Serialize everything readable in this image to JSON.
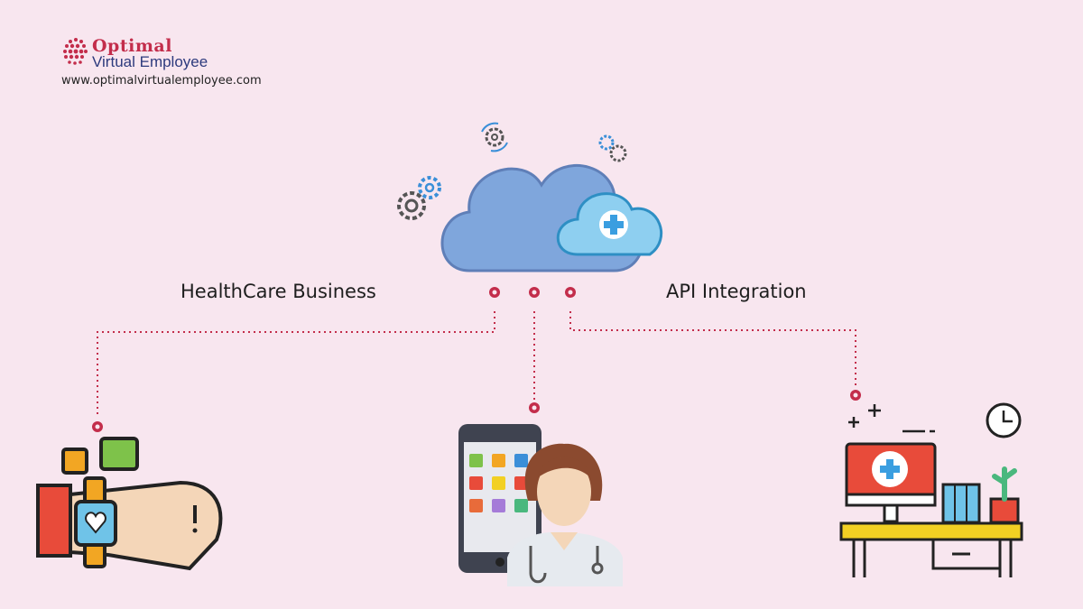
{
  "brand": {
    "name_line1": "Optimal",
    "name_line2": "Virtual Employee",
    "website": "www.optimalvirtualemployee.com",
    "accent_color": "#c32d4b",
    "secondary_color": "#2d3a7d"
  },
  "diagram": {
    "left_label": "HealthCare Business",
    "right_label": "API Integration",
    "hub_icon": "medical-cloud-icon",
    "nodes": [
      {
        "icon": "smartwatch-heart-icon"
      },
      {
        "icon": "mobile-doctor-icon"
      },
      {
        "icon": "medical-desk-computer-icon"
      }
    ],
    "colors": {
      "background": "#f8e6ef",
      "cloud": "#7fa6dc",
      "cloud_light": "#8ecff0",
      "connector": "#c32d4b",
      "dots": "#c32d4b"
    }
  }
}
